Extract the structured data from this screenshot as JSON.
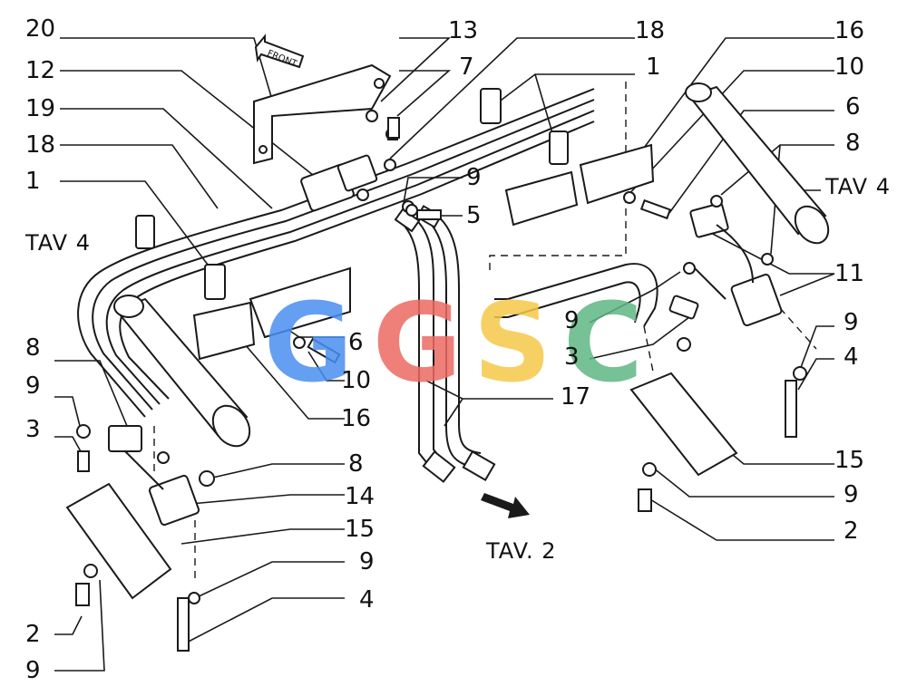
{
  "diagram": {
    "callouts_left": [
      "20",
      "12",
      "19",
      "18",
      "1",
      "TAV 4",
      "8",
      "9",
      "3"
    ],
    "callouts_top": [
      "13",
      "7",
      "18",
      "1"
    ],
    "callouts_right": [
      "16",
      "10",
      "6",
      "8",
      "TAV 4",
      "11",
      "9",
      "4",
      "15",
      "9",
      "2"
    ],
    "callouts_center": [
      "9",
      "5",
      "6",
      "10",
      "16",
      "9",
      "3",
      "17",
      "8",
      "14",
      "15",
      "9",
      "4"
    ],
    "callouts_bottom_left": [
      "2",
      "9"
    ],
    "front_label": "FRONT",
    "tav2_label": "TAV. 2",
    "watermark_letters": [
      "G",
      "G",
      "S",
      "C"
    ]
  },
  "colors": {
    "wm_blue": "#4a8ff0",
    "wm_red": "#ec6a62",
    "wm_yellow": "#f6c84a",
    "wm_green": "#5fb784"
  }
}
